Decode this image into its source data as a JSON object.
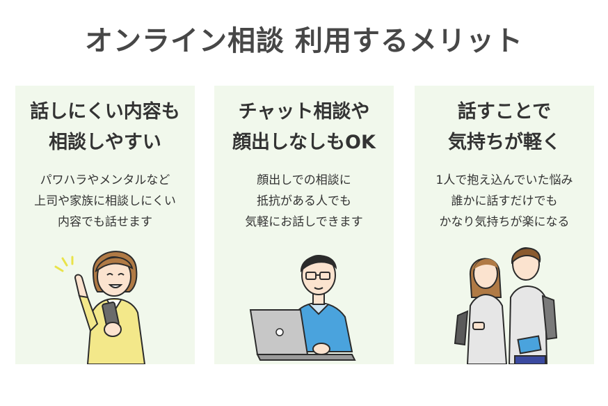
{
  "title": "オンライン相談 利用するメリット",
  "cards": [
    {
      "heading": [
        "話しにくい内容も",
        "相談しやすい"
      ],
      "body": [
        "パワハラやメンタルなど",
        "上司や家族に相談しにくい",
        "内容でも話せます"
      ]
    },
    {
      "heading": [
        "チャット相談や",
        "顔出しなしもOK"
      ],
      "body": [
        "顔出しでの相談に",
        "抵抗がある人でも",
        "気軽にお話しできます"
      ]
    },
    {
      "heading": [
        "話すことで",
        "気持ちが軽く"
      ],
      "body": [
        "1人で抱え込んでいた悩み",
        "誰かに話すだけでも",
        "かなり気持ちが楽になる"
      ]
    }
  ],
  "colors": {
    "card_bg": "#f1f8ec",
    "title_text": "#474747",
    "accent_shirt_blue": "#4aa3dd",
    "accent_yellow": "#f3e88a"
  },
  "icons": [
    "woman-phone-illustration",
    "man-laptop-illustration",
    "couple-illustration"
  ]
}
